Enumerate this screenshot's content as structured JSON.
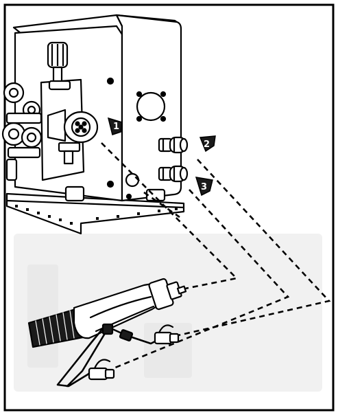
{
  "diagram": {
    "colors": {
      "line": "#000000",
      "paper": "#ffffff",
      "callout_fill": "#1a1a1a",
      "callout_text": "#ffffff",
      "watermark": "#f1f1f1"
    },
    "callouts": [
      {
        "label": "1",
        "target": "torch-connector"
      },
      {
        "label": "2",
        "target": "gas-quick-coupling"
      },
      {
        "label": "3",
        "target": "water-quick-coupling"
      }
    ],
    "icons": [
      "wire-feeder-unit",
      "drive-rolls",
      "torch-euro-connector",
      "quick-couplings",
      "welding-torch",
      "hose-connectors"
    ]
  }
}
